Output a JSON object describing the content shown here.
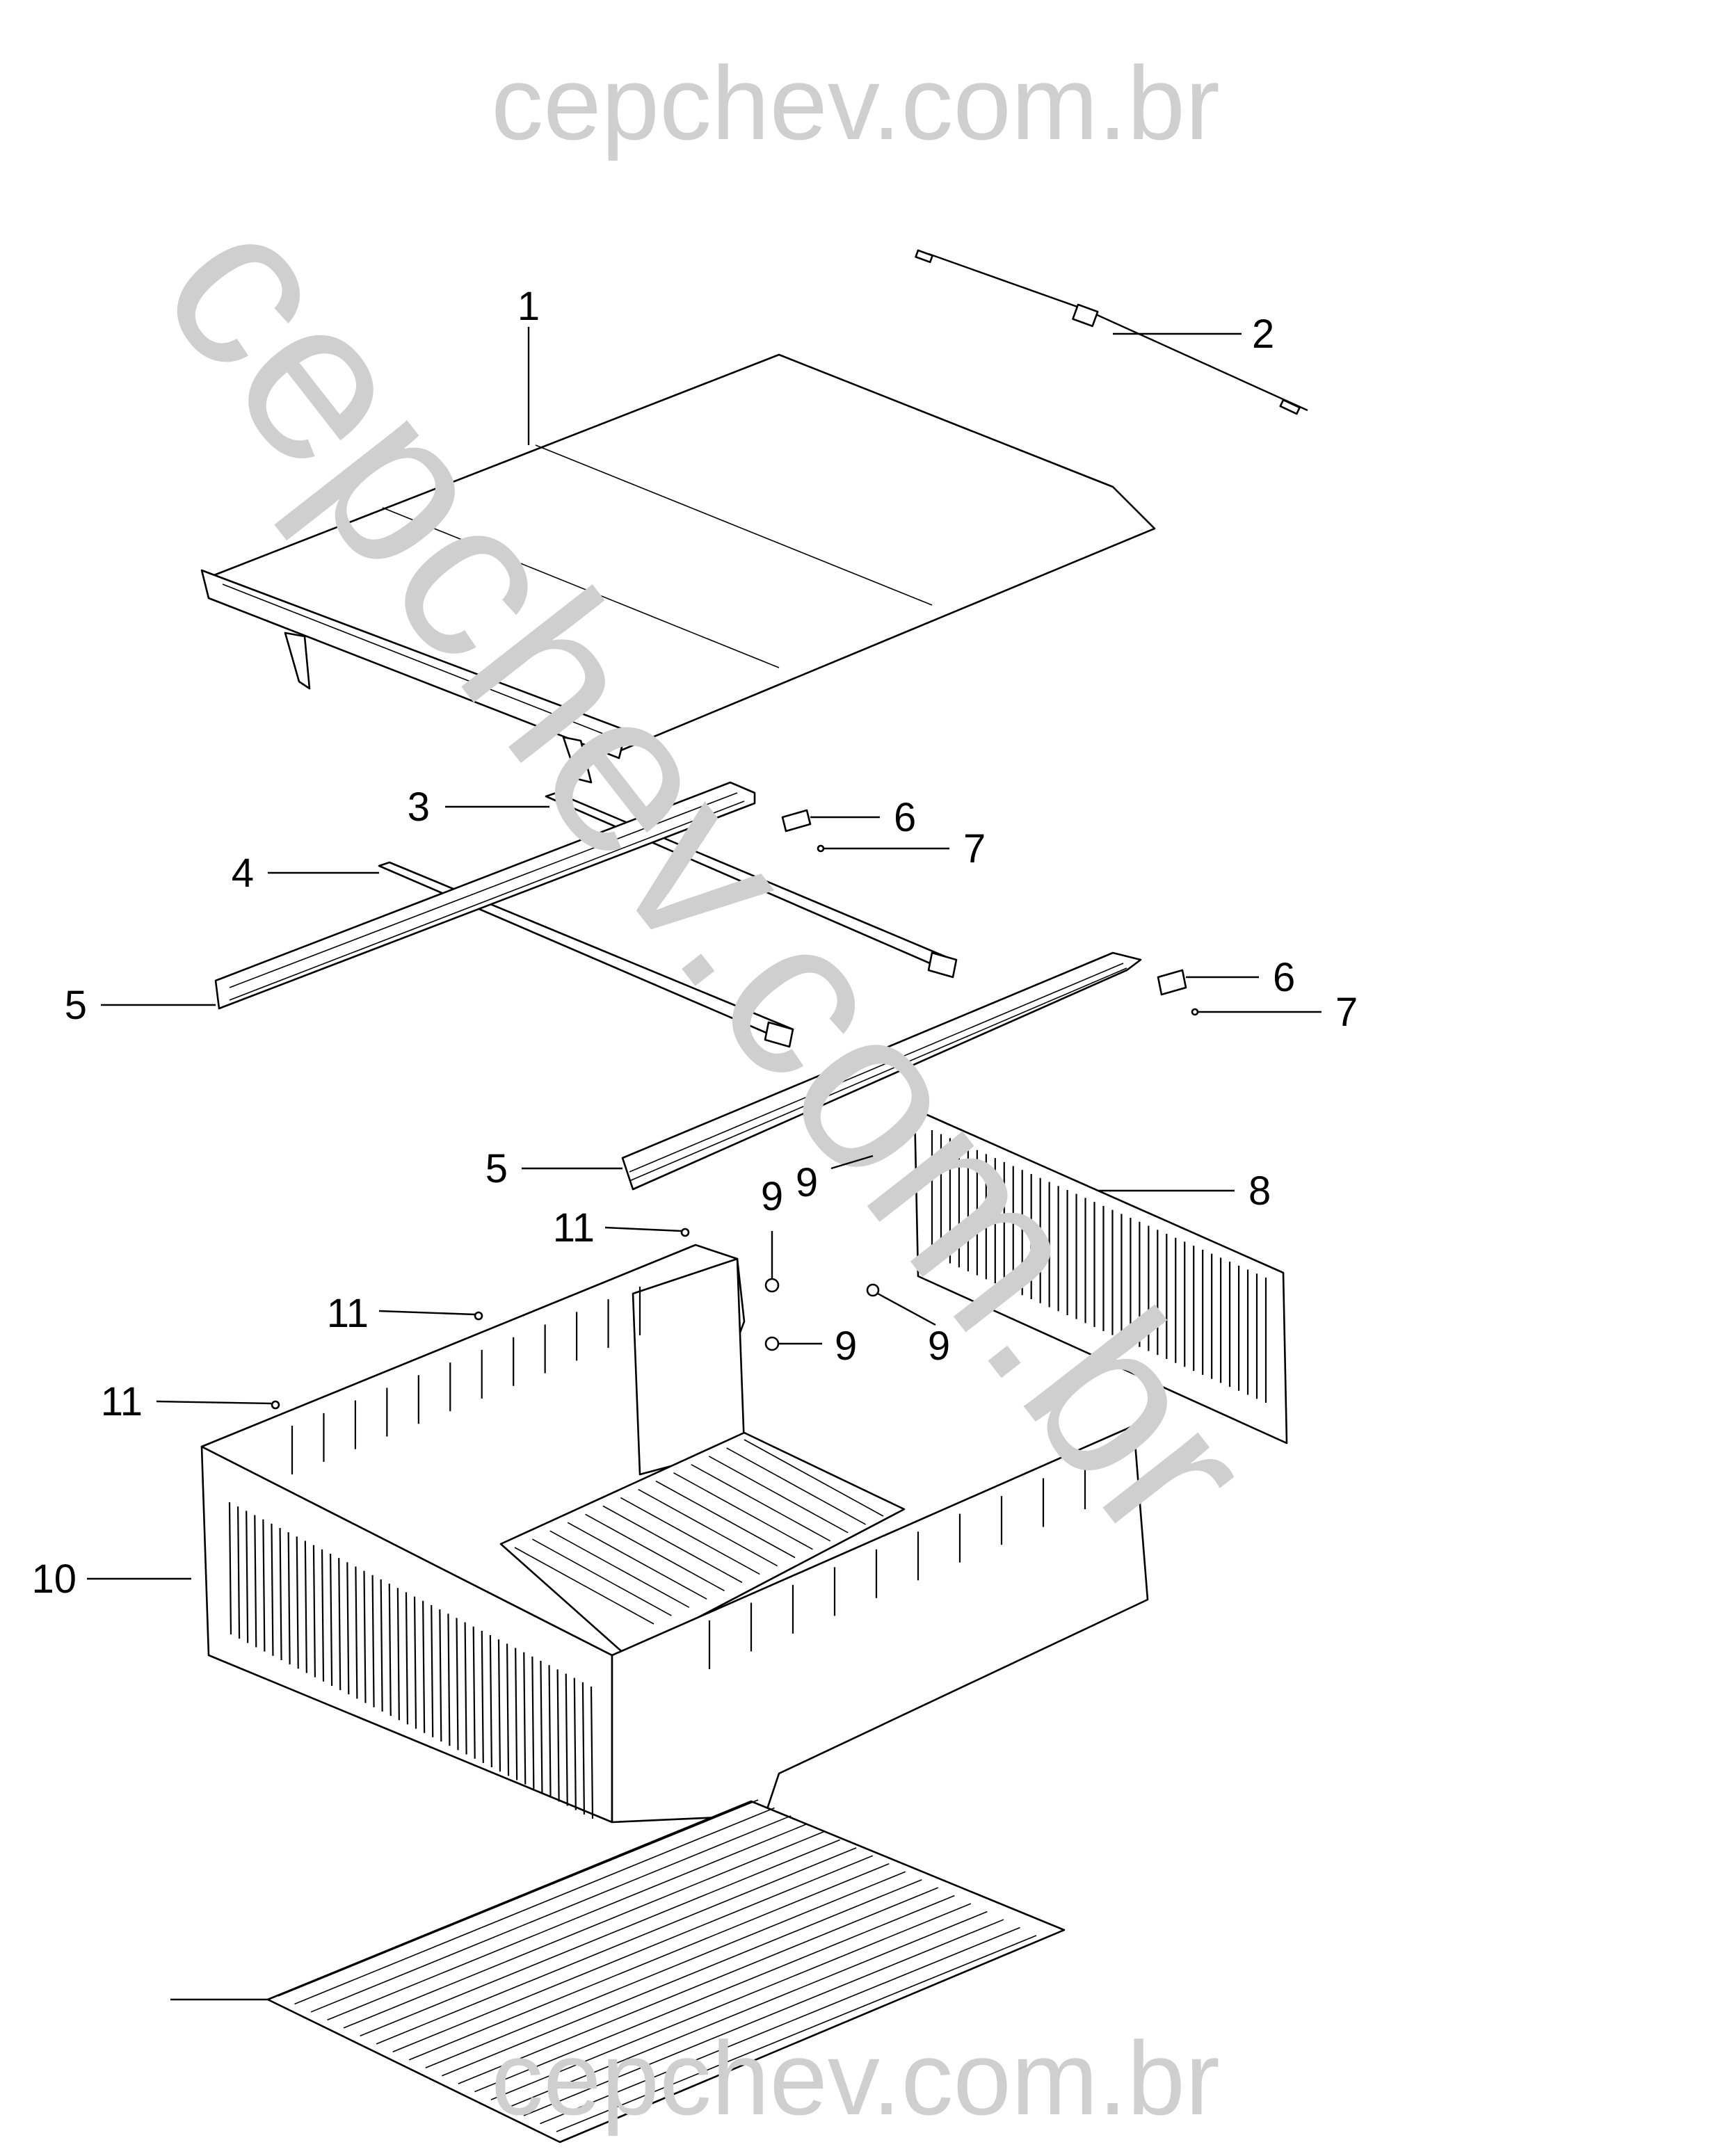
{
  "watermark": {
    "top": "cepchev.com.br",
    "bottom": "cepchev.com.br",
    "diagonal": "cepchev.com.br"
  },
  "callouts": [
    {
      "id": "c1",
      "label": "1"
    },
    {
      "id": "c2",
      "label": "2"
    },
    {
      "id": "c3",
      "label": "3"
    },
    {
      "id": "c4",
      "label": "4"
    },
    {
      "id": "c5a",
      "label": "5"
    },
    {
      "id": "c5b",
      "label": "5"
    },
    {
      "id": "c6a",
      "label": "6"
    },
    {
      "id": "c6b",
      "label": "6"
    },
    {
      "id": "c7a",
      "label": "7"
    },
    {
      "id": "c7b",
      "label": "7"
    },
    {
      "id": "c8",
      "label": "8"
    },
    {
      "id": "c9a",
      "label": "9"
    },
    {
      "id": "c9b",
      "label": "9"
    },
    {
      "id": "c9c",
      "label": "9"
    },
    {
      "id": "c9d",
      "label": "9"
    },
    {
      "id": "c10",
      "label": "10"
    },
    {
      "id": "c11a",
      "label": "11"
    },
    {
      "id": "c11b",
      "label": "11"
    },
    {
      "id": "c11c",
      "label": "11"
    }
  ],
  "colors": {
    "watermark": "#cfcfcf",
    "line": "#000000",
    "background": "#ffffff"
  }
}
